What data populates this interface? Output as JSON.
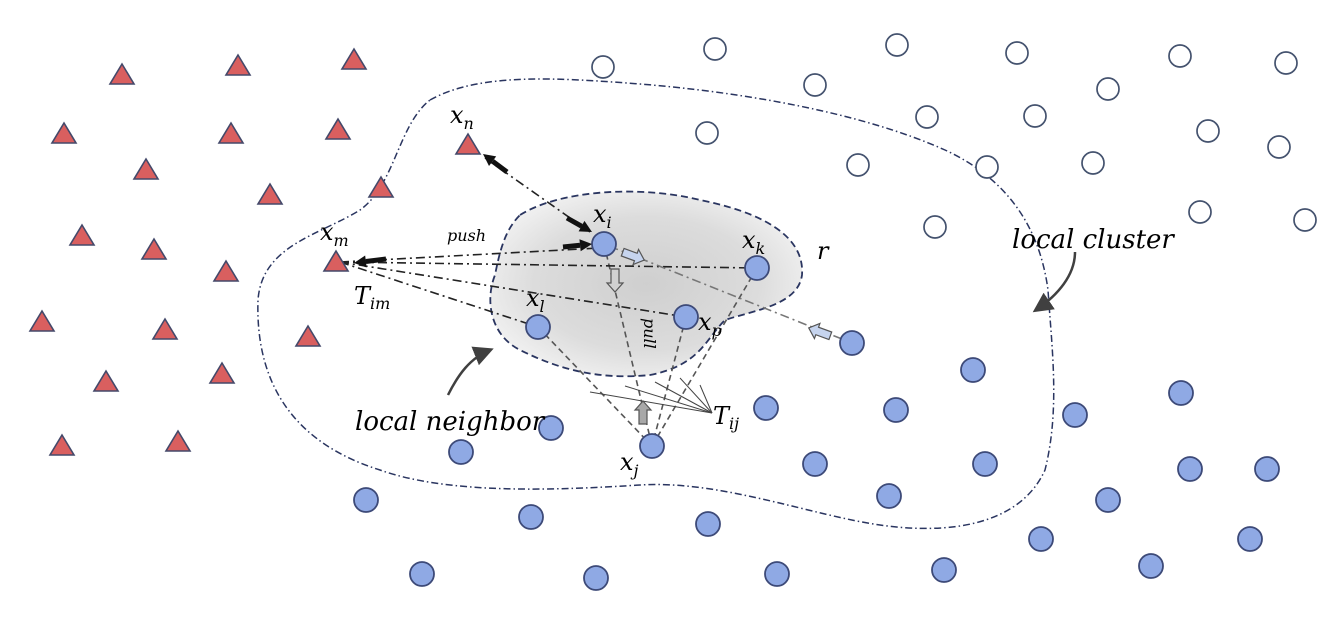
{
  "labels": {
    "local_cluster": "local cluster",
    "local_neighbor": "local neighbor",
    "push": "push",
    "pull": "pull",
    "radius": "r",
    "t_im_base": "T",
    "t_im_sub": "im",
    "t_ij_base": "T",
    "t_ij_sub": "ij",
    "x": "x",
    "sub_n": "n",
    "sub_m": "m",
    "sub_i": "i",
    "sub_k": "k",
    "sub_l": "l",
    "sub_p": "p",
    "sub_j": "j"
  },
  "colors": {
    "triangle_fill": "#d95f5f",
    "triangle_stroke": "#44496a",
    "filled_circle": "#8fa9e4",
    "circle_stroke": "#3d4a78",
    "hollow_stroke": "#44526e",
    "neighborhood_fill": "#d5d5d5",
    "cluster_boundary": "#2a3560"
  }
}
